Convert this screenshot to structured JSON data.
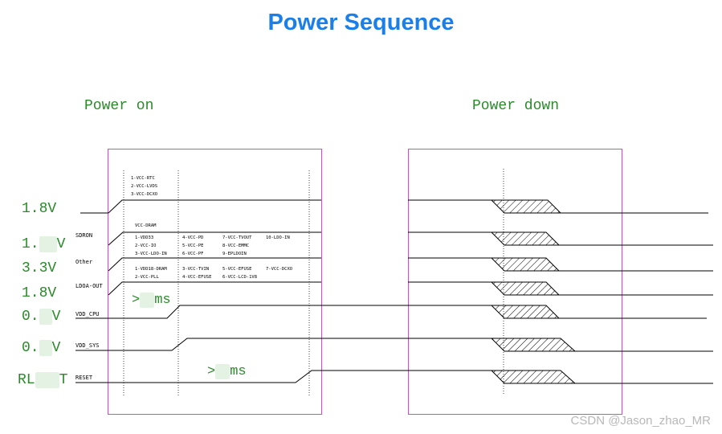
{
  "title": "Power Sequence",
  "colors": {
    "title": "#1a7fe8",
    "label_green": "#2a8a2a",
    "box": "#e040e0",
    "line": "#000000",
    "watermark": "#b8b8b8"
  },
  "sections": {
    "power_on": "Power on",
    "power_down": "Power down"
  },
  "voltages": [
    "1.8V",
    "1.",
    "3.3V",
    "1.8V",
    "0.",
    "0.",
    "RL"
  ],
  "voltage_suffixes": [
    "",
    "V",
    "",
    "",
    "V",
    "V",
    "T"
  ],
  "signals": [
    "SDRON",
    "Other",
    "LDOA-OUT",
    "VDD_CPU",
    "VDD_SYS",
    "RESET"
  ],
  "notes": {
    "group1": [
      "1-VCC-RTC",
      "2-VCC-LVDS",
      "3-VCC-DCXO"
    ],
    "vcc_dram": "VCC-DRAM",
    "group2_col1": [
      "1-VDD33",
      "2-VCC-IO",
      "3-VCC-LDO-IN"
    ],
    "group2_col2": [
      "4-VCC-PD",
      "5-VCC-PE",
      "6-VCC-PF"
    ],
    "group2_col3": [
      "7-VCC-TVOUT",
      "8-VCC-EMMC",
      "9-EPLDOIN"
    ],
    "group2_col4": [
      "10-LDO-IN"
    ],
    "group3_col1": [
      "1-VDD18-DRAM",
      "2-VCC-PLL"
    ],
    "group3_col2": [
      "3-VCC-TVIN",
      "4-VCC-EFUSE"
    ],
    "group3_col3": [
      "5-VCC-EFUSE",
      "6-VCC-LCD-1V8"
    ],
    "group3_col4": [
      "7-VCC-DCXO"
    ]
  },
  "delays": [
    {
      "prefix": ">",
      "suffix": "ms"
    },
    {
      "prefix": ">",
      "suffix": "ms"
    }
  ],
  "watermark": "CSDN @Jason_zhao_MR"
}
